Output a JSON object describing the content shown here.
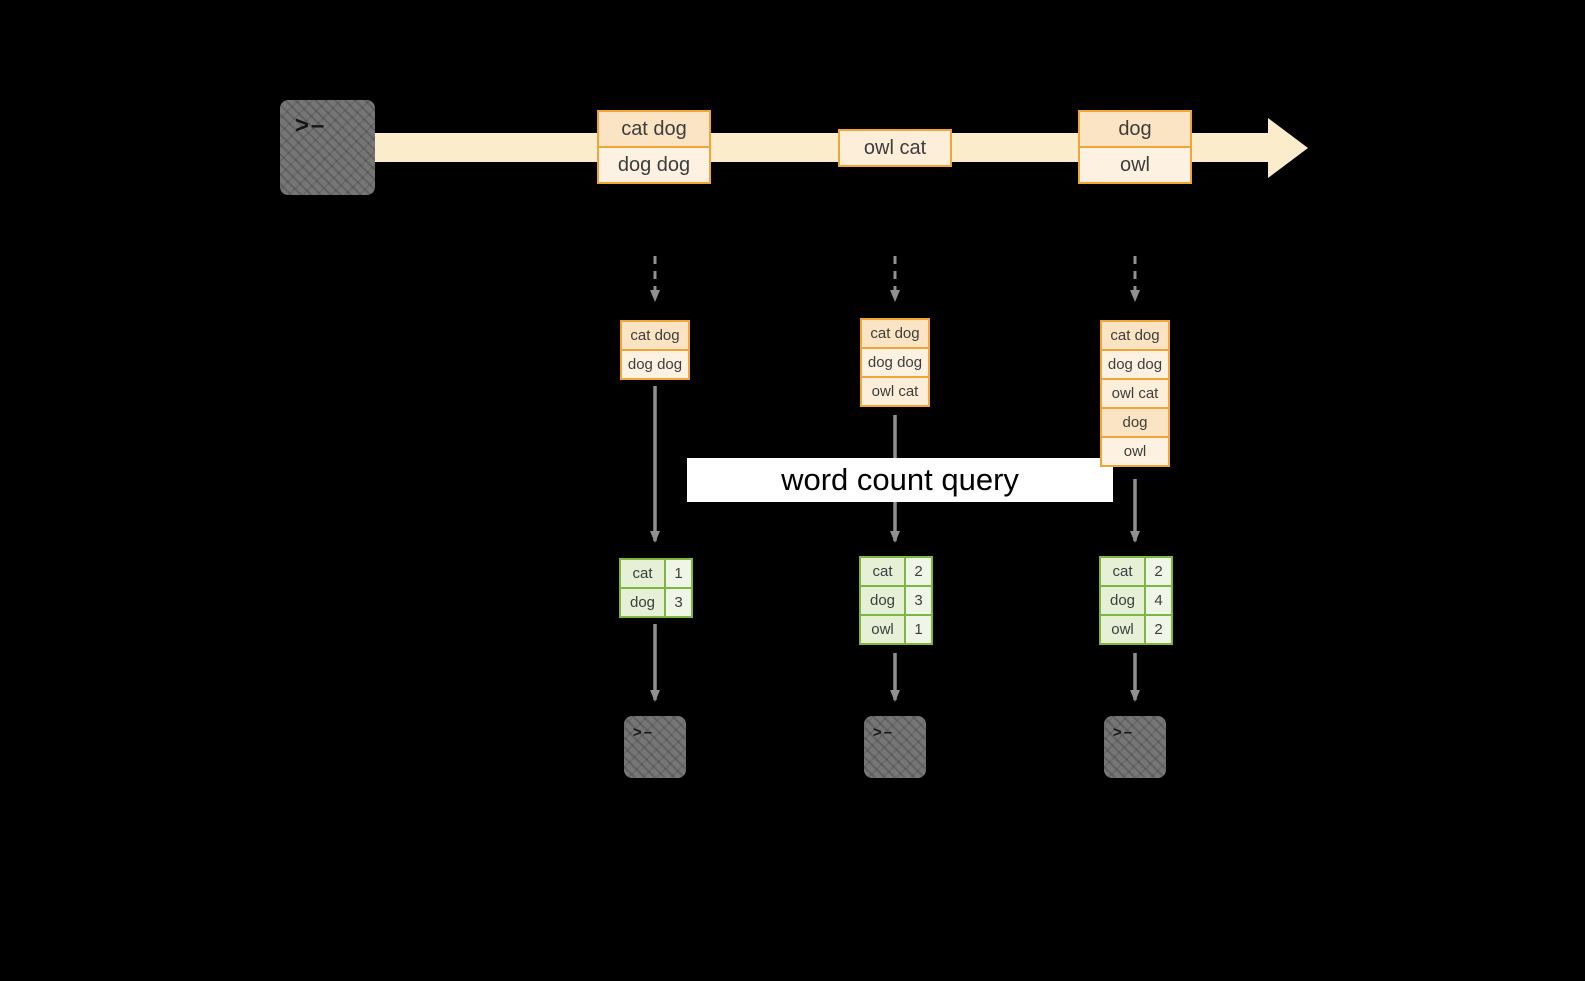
{
  "caption": {
    "text": "word count query"
  },
  "icons": {
    "terminal_prompt": ">–"
  },
  "timeline_batches": [
    {
      "lines": [
        "cat dog",
        "dog dog"
      ]
    },
    {
      "lines": [
        "owl cat"
      ]
    },
    {
      "lines": [
        "dog",
        "owl"
      ]
    }
  ],
  "stacks": [
    {
      "lines": [
        "cat dog",
        "dog dog"
      ]
    },
    {
      "lines": [
        "cat dog",
        "dog dog",
        "owl cat"
      ]
    },
    {
      "lines": [
        "cat dog",
        "dog dog",
        "owl cat",
        "dog",
        "owl"
      ]
    }
  ],
  "result_tables": [
    {
      "rows": [
        [
          "cat",
          "1"
        ],
        [
          "dog",
          "3"
        ]
      ]
    },
    {
      "rows": [
        [
          "cat",
          "2"
        ],
        [
          "dog",
          "3"
        ],
        [
          "owl",
          "1"
        ]
      ]
    },
    {
      "rows": [
        [
          "cat",
          "2"
        ],
        [
          "dog",
          "4"
        ],
        [
          "owl",
          "2"
        ]
      ]
    }
  ],
  "colors": {
    "background": "#000000",
    "arrow_band": "#fbeccb",
    "box_border": "#efa537",
    "box_fill_a": "#fbe4c3",
    "box_fill_b": "#fdf2e1",
    "box_fill_c": "#fceed8",
    "table_border": "#7eb73f",
    "table_fill": "#e6f0d7",
    "table_fill_light": "#f0f6e7",
    "banner_bg": "#ffffff",
    "banner_text": "#000000",
    "connector": "#909090",
    "terminal_fill": "#767676"
  }
}
